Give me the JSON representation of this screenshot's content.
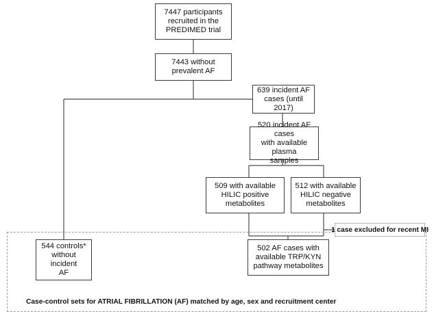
{
  "flowchart": {
    "nodes": {
      "recruited": "7447 participants\nrecruited in the\nPREDIMED trial",
      "without_prevalent_af": "7443 without\nprevalent AF",
      "incident_af": "639 incident AF\ncases (until 2017)",
      "plasma_samples": "520 incident AF cases\nwith available plasma\nsamples",
      "hilic_positive": "509 with available\nHILIC positive\nmetabolites",
      "hilic_negative": "512 with available\nHILIC negative\nmetabolites",
      "controls": "544 controls*\nwithout incident\nAF",
      "af_cases_trp": "502 AF cases with\navailable TRP/KYN\npathway metabolites"
    },
    "exclusion_note": "1 case excluded for recent MI",
    "region_caption": "Case-control sets for ATRIAL FIBRILLATION (AF) matched by age, sex and recruitment center"
  }
}
